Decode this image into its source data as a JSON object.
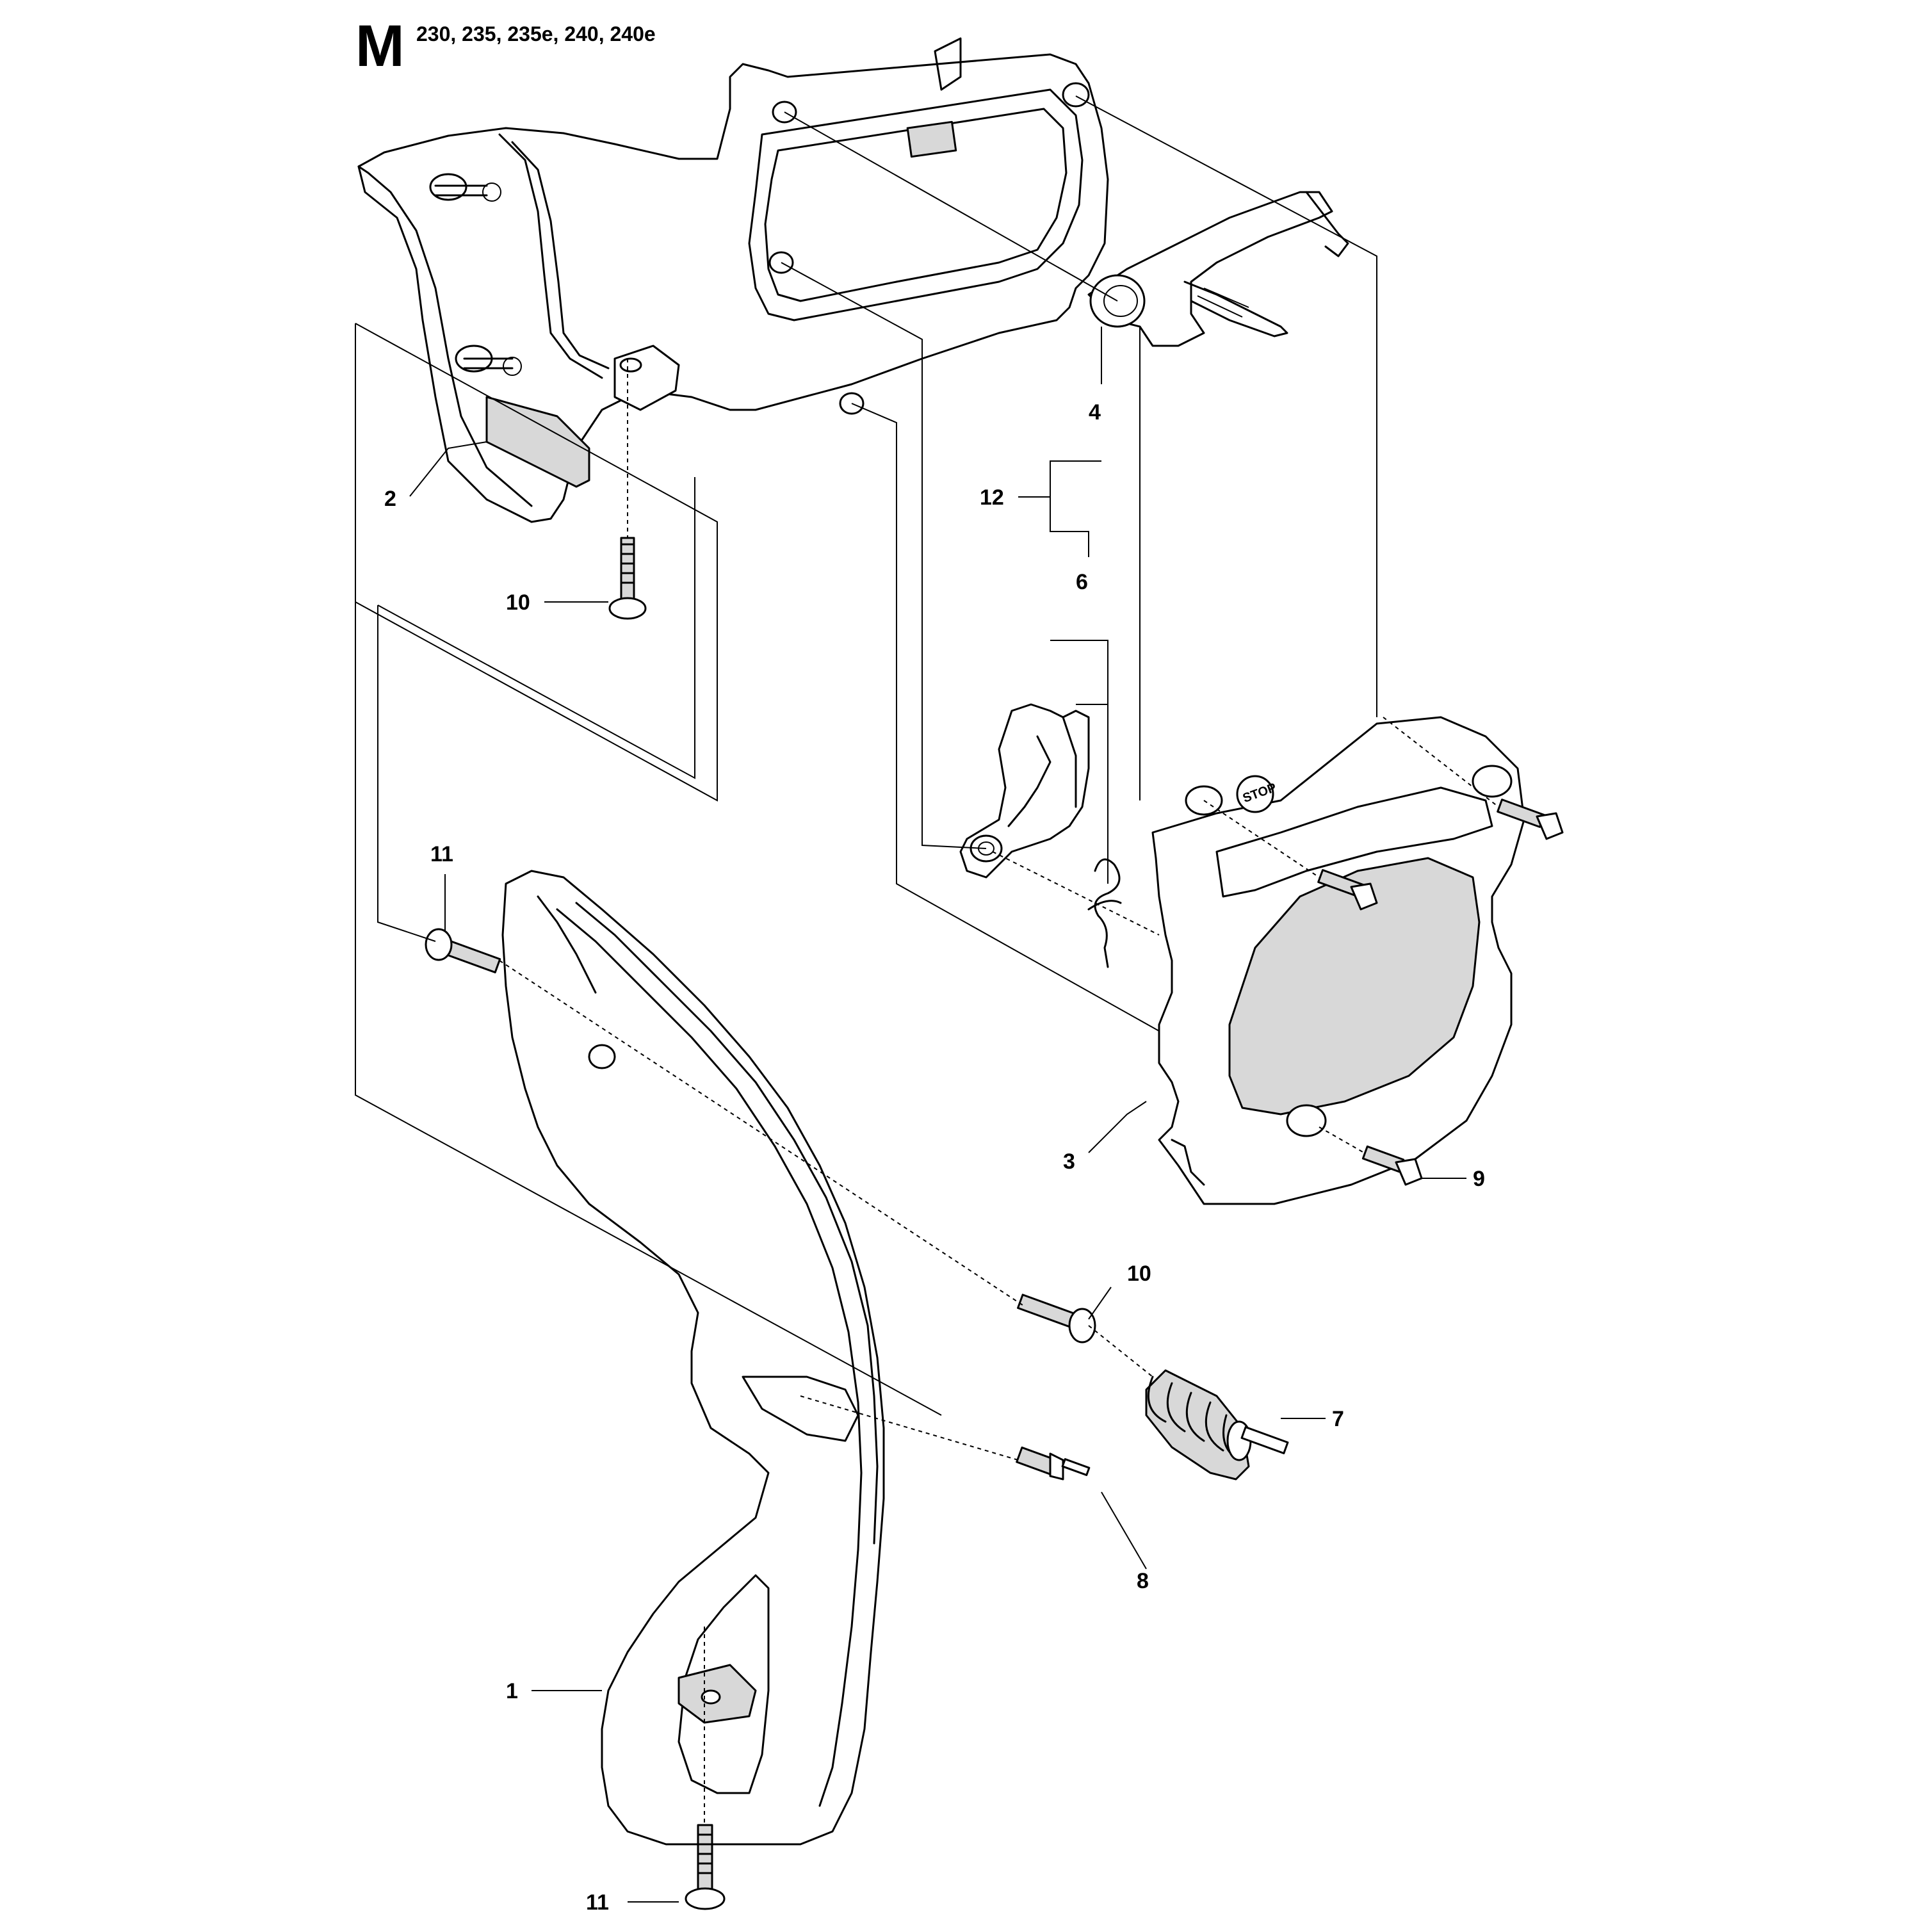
{
  "header": {
    "section_letter": "M",
    "models": "230, 235, 235e, 240, 240e"
  },
  "callouts": [
    "1",
    "2",
    "3",
    "4",
    "6",
    "7",
    "8",
    "9",
    "10",
    "10",
    "11",
    "11",
    "12"
  ],
  "stamp_text": "STOP",
  "colors": {
    "line": "#000000",
    "shade": "#d8d8d8",
    "background": "#ffffff"
  }
}
